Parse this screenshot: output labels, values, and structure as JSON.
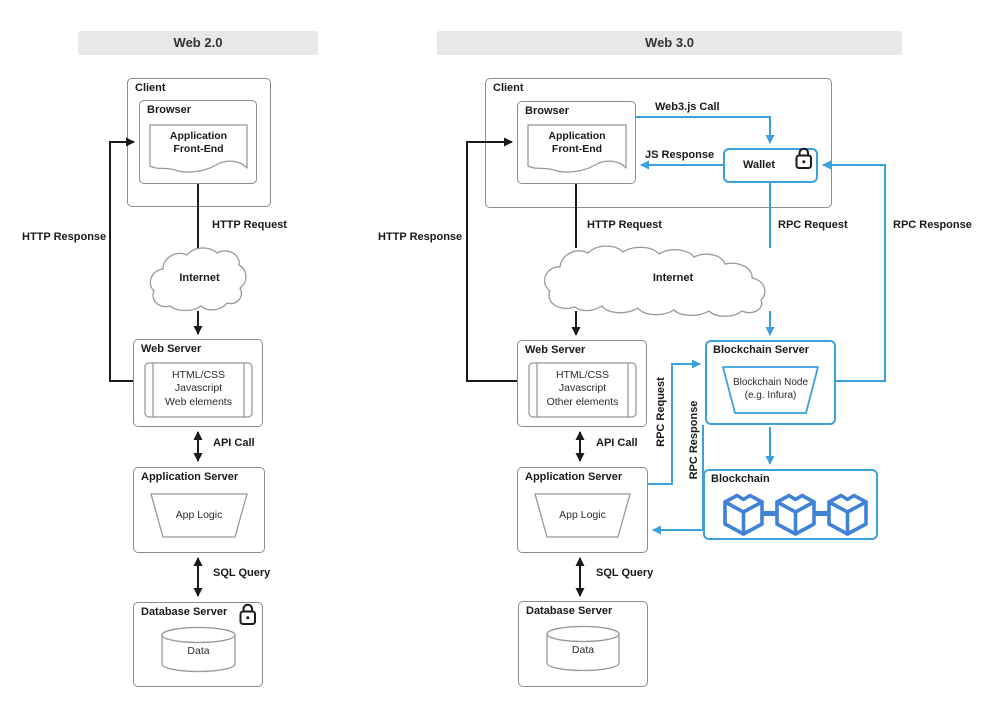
{
  "colors": {
    "accent_blue": "#3BA1DC",
    "cube_blue": "#3F82D7",
    "line_black": "#1A1A1A",
    "box_border": "#8D8D8D",
    "header_bg": "#E8E8E8"
  },
  "web2": {
    "header": "Web 2.0",
    "client": "Client",
    "browser": "Browser",
    "app_front_end": "Application\nFront-End",
    "labels": {
      "http_response": "HTTP Response",
      "http_request": "HTTP Request",
      "internet": "Internet",
      "api_call": "API Call",
      "sql_query": "SQL Query"
    },
    "web_server": {
      "title": "Web Server",
      "content": "HTML/CSS\nJavascript\nWeb elements"
    },
    "app_server": {
      "title": "Application Server",
      "logic": "App Logic"
    },
    "db_server": {
      "title": "Database Server",
      "data": "Data"
    }
  },
  "web3": {
    "header": "Web 3.0",
    "client": "Client",
    "browser": "Browser",
    "app_front_end": "Application\nFront-End",
    "wallet": "Wallet",
    "labels": {
      "web3js_call": "Web3.js Call",
      "js_response": "JS Response",
      "http_response": "HTTP Response",
      "http_request": "HTTP Request",
      "internet": "Internet",
      "api_call": "API Call",
      "sql_query": "SQL Query",
      "rpc_request_wallet": "RPC Request",
      "rpc_response_wallet": "RPC Response",
      "rpc_request_app": "RPC Request",
      "rpc_response_app": "RPC Response"
    },
    "web_server": {
      "title": "Web Server",
      "content": "HTML/CSS\nJavascript\nOther elements"
    },
    "app_server": {
      "title": "Application Server",
      "logic": "App Logic"
    },
    "db_server": {
      "title": "Database Server",
      "data": "Data"
    },
    "blockchain_server": {
      "title": "Blockchain Server",
      "node": "Blockchain Node\n(e.g. Infura)"
    },
    "blockchain": {
      "title": "Blockchain"
    }
  }
}
